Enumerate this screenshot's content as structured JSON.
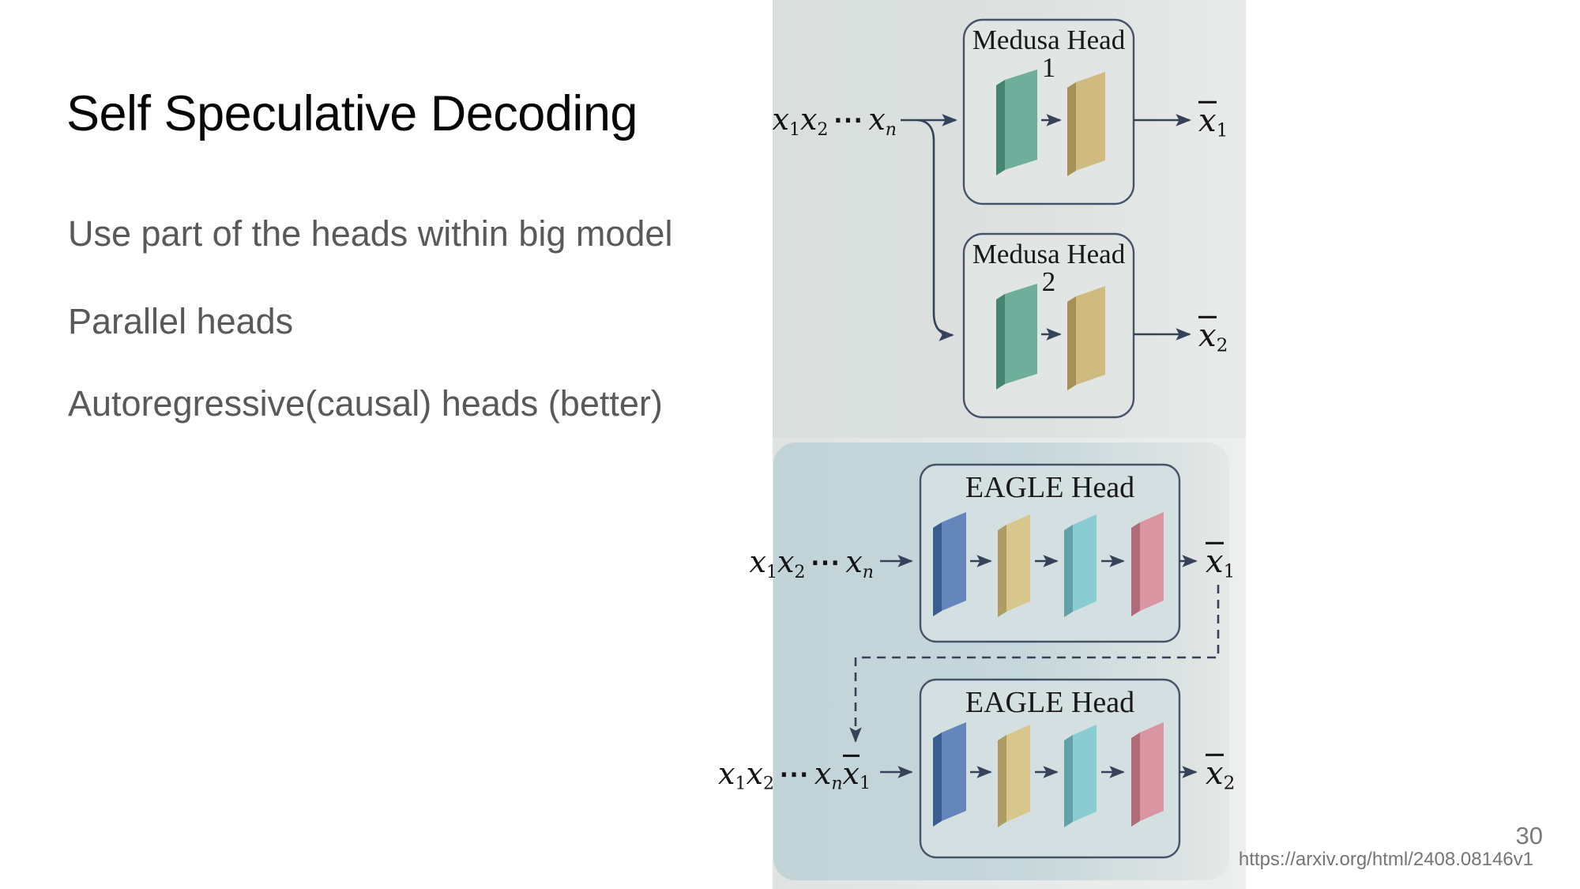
{
  "slide": {
    "title": "Self Speculative Decoding",
    "bullets": [
      "Use part of the heads within big model",
      "Parallel heads",
      "Autoregressive(causal) heads (better)"
    ],
    "page_number": "30",
    "source_url": "https://arxiv.org/html/2408.08146v1"
  },
  "diagram": {
    "medusa": {
      "boxes": [
        {
          "title": "Medusa Head 1"
        },
        {
          "title": "Medusa Head 2"
        }
      ],
      "input": [
        {
          "t": "x",
          "sub": "1"
        },
        {
          "t": "x",
          "sub": "2"
        },
        {
          "t": "⋯",
          "cdots": true
        },
        {
          "t": "x",
          "sub": "n",
          "subi": true
        }
      ],
      "outputs": [
        [
          {
            "t": "x",
            "bar": true,
            "sub": "1"
          }
        ],
        [
          {
            "t": "x",
            "bar": true,
            "sub": "2"
          }
        ]
      ]
    },
    "eagle": {
      "boxes": [
        {
          "title": "EAGLE Head"
        },
        {
          "title": "EAGLE Head"
        }
      ],
      "inputs": [
        [
          {
            "t": "x",
            "sub": "1"
          },
          {
            "t": "x",
            "sub": "2"
          },
          {
            "t": "⋯",
            "cdots": true
          },
          {
            "t": "x",
            "sub": "n",
            "subi": true
          }
        ],
        [
          {
            "t": "x",
            "sub": "1"
          },
          {
            "t": "x",
            "sub": "2"
          },
          {
            "t": "⋯",
            "cdots": true
          },
          {
            "t": "x",
            "sub": "n",
            "subi": true
          },
          {
            "t": "x",
            "bar": true,
            "sub": "1"
          }
        ]
      ],
      "outputs": [
        [
          {
            "t": "x",
            "bar": true,
            "sub": "1"
          }
        ],
        [
          {
            "t": "x",
            "bar": true,
            "sub": "2"
          }
        ]
      ]
    }
  },
  "theme": {
    "line": "#36425a",
    "border": "#46536a",
    "teal": "#6fae9b",
    "tan": "#cfba7f",
    "blue": "#6486ba",
    "khaki": "#d8c78c",
    "cyan": "#8accd2",
    "pink": "#d996a2",
    "panel_top_bg": "#dce1df",
    "panel_bottom_bg": "#c6d7db",
    "text_muted": "#595959"
  }
}
